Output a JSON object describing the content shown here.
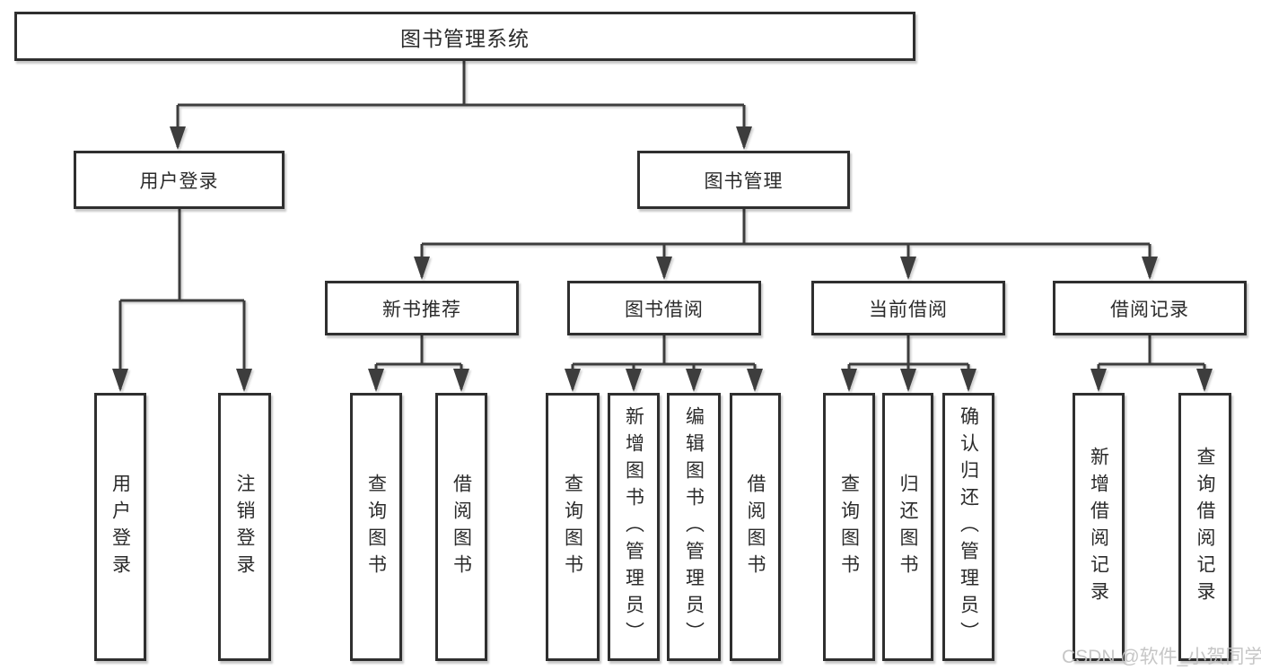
{
  "diagram_title": "图书管理系统",
  "nodes": {
    "root": {
      "label": "图书管理系统"
    },
    "login": {
      "label": "用户登录",
      "children": [
        {
          "label": "用户登录"
        },
        {
          "label": "注销登录"
        }
      ]
    },
    "mgmt": {
      "label": "图书管理"
    },
    "recommend": {
      "label": "新书推荐",
      "children": [
        {
          "label": "查询图书"
        },
        {
          "label": "借阅图书"
        }
      ]
    },
    "borrow": {
      "label": "图书借阅",
      "children": [
        {
          "label": "查询图书"
        },
        {
          "label": "新增图书（管理员）"
        },
        {
          "label": "编辑图书（管理员）"
        },
        {
          "label": "借阅图书"
        }
      ]
    },
    "current": {
      "label": "当前借阅",
      "children": [
        {
          "label": "查询图书"
        },
        {
          "label": "归还图书"
        },
        {
          "label": "确认归还（管理员）"
        }
      ]
    },
    "records": {
      "label": "借阅记录",
      "children": [
        {
          "label": "新增借阅记录"
        },
        {
          "label": "查询借阅记录"
        }
      ]
    }
  },
  "watermark": "CSDN @软件_小贺同学",
  "colors": {
    "line": "#3d3d3d",
    "box_border": "#2f2f2f",
    "box_fill": "#ffffff",
    "text": "#2b2b2b",
    "watermark": "#c2c2c2",
    "background": "#ffffff"
  }
}
